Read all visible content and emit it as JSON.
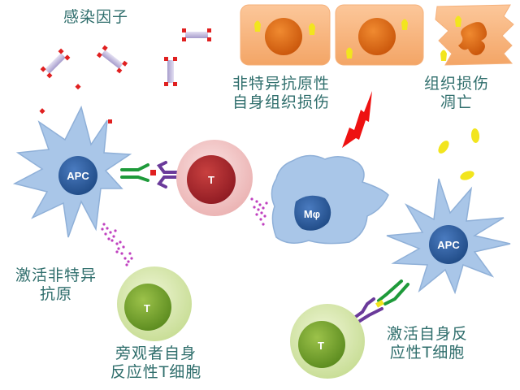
{
  "labels": {
    "infectious_agents": "感染因子",
    "nonspecific_tissue_damage_line1": "非特异抗原性",
    "nonspecific_tissue_damage_line2": "自身组织损伤",
    "tissue_damage_line1": "组织损伤",
    "tissue_damage_line2": "凋亡",
    "activate_nonspecific_line1": "激活非特异",
    "activate_nonspecific_line2": "抗原",
    "bystander_line1": "旁观者自身",
    "bystander_line2": "反应性T细胞",
    "activate_autoreactive_line1": "激活自身反",
    "activate_autoreactive_line2": "应性T细胞"
  },
  "cells": {
    "apc_left": "APC",
    "t_red": "T",
    "macrophage": "Mφ",
    "apc_right": "APC",
    "t_green_left": "T",
    "t_green_right": "T"
  },
  "colors": {
    "label_text": "#2f6e6c",
    "apc_body": "#a9c6e8",
    "apc_nucleus": "#2e5d9a",
    "t_red_outer": "#f3c9c9",
    "t_red_inner": "#a8262c",
    "t_green_outer": "#d4e6a8",
    "t_green_inner": "#6e9a2a",
    "tissue_cell": "#f8b27a",
    "tissue_nucleus": "#e46a12",
    "antigen_yellow": "#f2e51e",
    "lightning": "#ee1111",
    "cytokine_dots": "#c040c0",
    "tcr_green": "#1e9a3a",
    "mhc_purple": "#6a3a9a"
  }
}
